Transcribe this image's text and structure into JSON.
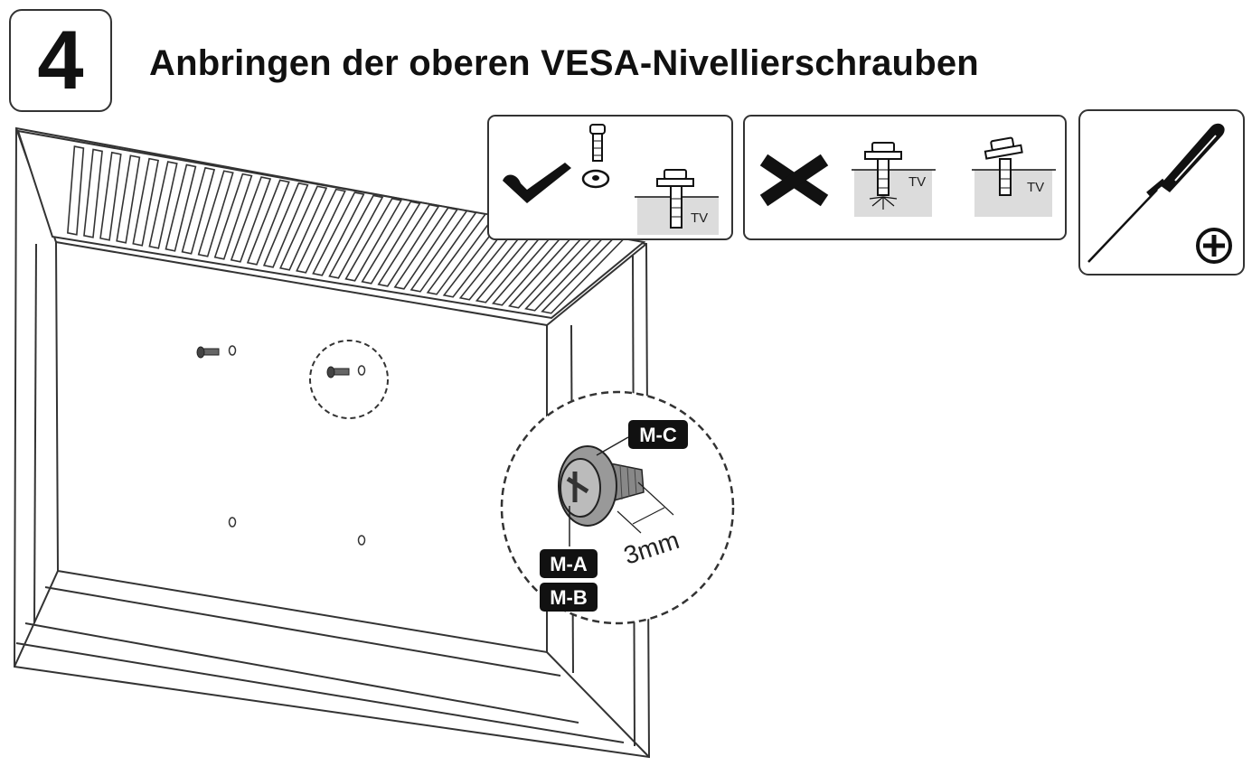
{
  "step": {
    "number": "4",
    "title": "Anbringen der oberen VESA-Nivellierschrauben"
  },
  "correct_panel": {
    "tv_label": "TV"
  },
  "wrong_panel": {
    "tv_label_1": "TV",
    "tv_label_2": "TV"
  },
  "detail": {
    "label_c": "M-C",
    "label_a": "M-A",
    "label_b": "M-B",
    "gap": "3mm"
  },
  "tool": {
    "icon": "phillips-screwdriver-icon"
  },
  "colors": {
    "stroke": "#333333",
    "label_bg": "#111111",
    "tv_fill": "#dcdcdc"
  }
}
